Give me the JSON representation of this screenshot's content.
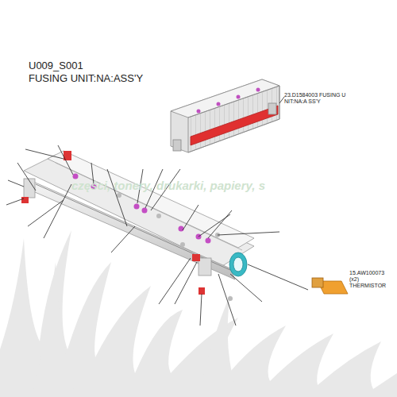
{
  "diagram": {
    "title": "FUSING UNIT:NA:ASS'Y",
    "labels": [
      "U009_S001",
      "23.D1584003 FUSING UNIT:NA:A SS'Y",
      "15.AW100073 (x2) THERMISTOR",
      "części, tonery, drukarki, papiery, s"
    ]
  }
}
